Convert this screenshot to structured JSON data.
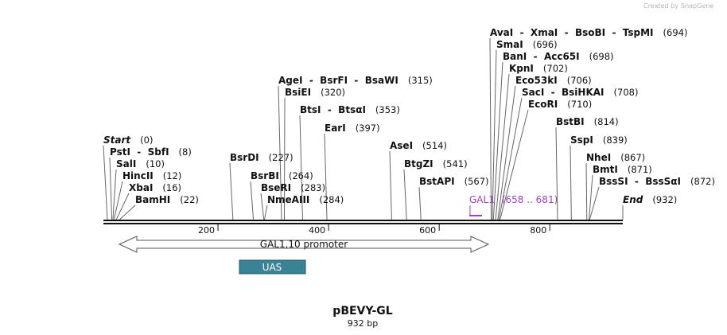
{
  "credit": {
    "text": "Created by",
    "brand": "SnapGene"
  },
  "title": "pBEVY-GL",
  "subtitle": "932 bp",
  "scale": {
    "start": 0,
    "end": 932,
    "ticks": [
      200,
      400,
      600,
      800
    ]
  },
  "sites": [
    {
      "name": "Start",
      "pos": "(0)",
      "loc": 0,
      "italic": true
    },
    {
      "name": "PstI  -  SbfI",
      "pos": "(8)",
      "loc": 8
    },
    {
      "name": "SalI",
      "pos": "(10)",
      "loc": 10
    },
    {
      "name": "HincII",
      "pos": "(12)",
      "loc": 12
    },
    {
      "name": "XbaI",
      "pos": "(16)",
      "loc": 16
    },
    {
      "name": "BamHI",
      "pos": "(22)",
      "loc": 22
    },
    {
      "name": "BsrDI",
      "pos": "(227)",
      "loc": 227
    },
    {
      "name": "BsrBI",
      "pos": "(264)",
      "loc": 264
    },
    {
      "name": "BseRI",
      "pos": "(283)",
      "loc": 283
    },
    {
      "name": "NmeAIII",
      "pos": "(284)",
      "loc": 284
    },
    {
      "name": "AgeI  -  BsrFI  -  BsaWI",
      "pos": "(315)",
      "loc": 315
    },
    {
      "name": "BsiEI",
      "pos": "(320)",
      "loc": 320
    },
    {
      "name": "BtsI  -  BtsαI",
      "pos": "(353)",
      "loc": 353
    },
    {
      "name": "EarI",
      "pos": "(397)",
      "loc": 397
    },
    {
      "name": "AseI",
      "pos": "(514)",
      "loc": 514
    },
    {
      "name": "BtgZI",
      "pos": "(541)",
      "loc": 541
    },
    {
      "name": "BstAPI",
      "pos": "(567)",
      "loc": 567
    },
    {
      "name": "AvaI  -  XmaI  -  BsoBI  -  TspMI",
      "pos": "(694)",
      "loc": 694
    },
    {
      "name": "SmaI",
      "pos": "(696)",
      "loc": 696
    },
    {
      "name": "BanI  -  Acc65I",
      "pos": "(698)",
      "loc": 698
    },
    {
      "name": "KpnI",
      "pos": "(702)",
      "loc": 702
    },
    {
      "name": "Eco53kI",
      "pos": "(706)",
      "loc": 706
    },
    {
      "name": "SacI  -  BsiHKAI",
      "pos": "(708)",
      "loc": 708
    },
    {
      "name": "EcoRI",
      "pos": "(710)",
      "loc": 710
    },
    {
      "name": "BstBI",
      "pos": "(814)",
      "loc": 814
    },
    {
      "name": "SspI",
      "pos": "(839)",
      "loc": 839
    },
    {
      "name": "NheI",
      "pos": "(867)",
      "loc": 867
    },
    {
      "name": "BmtI",
      "pos": "(871)",
      "loc": 871
    },
    {
      "name": "BssSI  -  BssSαI",
      "pos": "(872)",
      "loc": 872
    },
    {
      "name": "End",
      "pos": "(932)",
      "loc": 932,
      "italic": true
    }
  ],
  "features": {
    "promoter": {
      "label": "GAL1,10 promoter",
      "start": 20,
      "end": 687,
      "direction": "both"
    },
    "uas": {
      "label": "UAS",
      "start": 245,
      "end": 363,
      "color": "#3a8296"
    },
    "primer": {
      "label": "GAL1",
      "range": "(658 .. 681)",
      "start": 658,
      "end": 681,
      "color": "#a040c8"
    }
  },
  "colors": {
    "backbone": "#111111",
    "leader": "#666666"
  }
}
